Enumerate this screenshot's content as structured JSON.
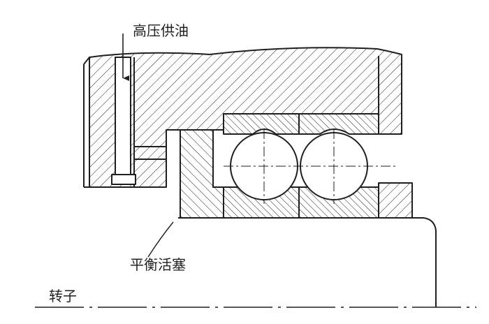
{
  "labels": {
    "oil_supply": "高压供油",
    "balance_piston": "平衡活塞",
    "rotor": "转子"
  },
  "colors": {
    "line": "#1f1f1f",
    "background": "#ffffff"
  }
}
